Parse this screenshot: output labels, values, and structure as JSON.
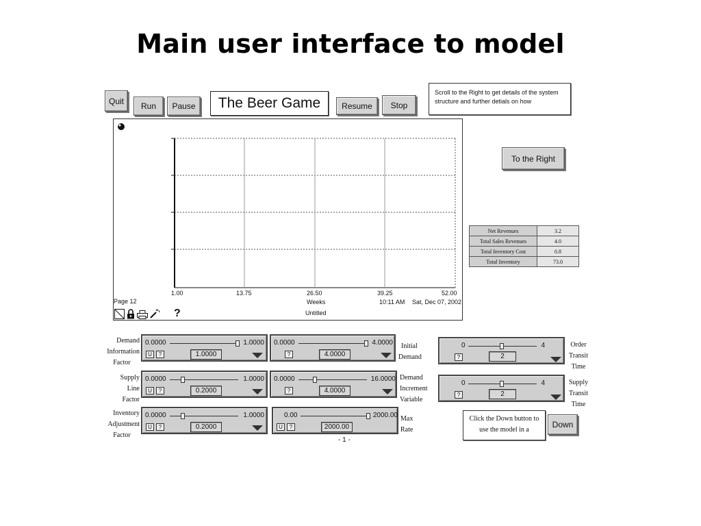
{
  "slide_title": "Main user interface to model",
  "toolbar": {
    "quit": "Quit",
    "run": "Run",
    "pause": "Pause",
    "app_title": "The Beer Game",
    "resume": "Resume",
    "stop": "Stop"
  },
  "note_top": "Scroll to the Right to get details of the system structure and further detials on how",
  "to_right_button": "To the Right",
  "graph": {
    "x_ticks": [
      "1.00",
      "13.75",
      "26.50",
      "39.25",
      "52.00"
    ],
    "x_label": "Weeks",
    "page": "Page 12",
    "time": "10:11 AM",
    "date": "Sat, Dec 07, 2002",
    "untitled": "Untitled",
    "help": "?"
  },
  "results_table": [
    {
      "label": "Net Revenues",
      "value": "3.2"
    },
    {
      "label": "Total Sales Revenues",
      "value": "4.0"
    },
    {
      "label": "Total Inventory Cost",
      "value": "0.8"
    },
    {
      "label": "Total Inventory",
      "value": "73.0"
    }
  ],
  "sliders": {
    "demand_info": {
      "label": [
        "Demand",
        "Information",
        "Factor"
      ],
      "min": "0.0000",
      "max": "1.0000",
      "value": "1.0000",
      "u": "U",
      "q": "?",
      "fraction": 1.0
    },
    "initial_demand": {
      "label": [
        "Initial",
        "Demand"
      ],
      "min": "0.0000",
      "max": "4.0000",
      "value": "4.0000",
      "q": "?",
      "fraction": 1.0
    },
    "supply_line": {
      "label": [
        "Supply",
        "Line",
        "Factor"
      ],
      "min": "0.0000",
      "max": "1.0000",
      "value": "0.2000",
      "u": "U",
      "q": "?",
      "fraction": 0.2
    },
    "demand_increment": {
      "label": [
        "Demand",
        "Increment",
        "Variable"
      ],
      "min": "0.0000",
      "max": "16.0000",
      "value": "4.0000",
      "q": "?",
      "fraction": 0.25
    },
    "inventory_adj": {
      "label": [
        "Inventory",
        "Adjustment",
        "Factor"
      ],
      "min": "0.0000",
      "max": "1.0000",
      "value": "0.2000",
      "u": "U",
      "q": "?",
      "fraction": 0.2
    },
    "max_rate": {
      "label": [
        "Max",
        "Rate"
      ],
      "min": "0.00",
      "max": "2000.00",
      "value": "2000.00",
      "u": "U",
      "q": "?",
      "fraction": 1.0
    },
    "order_transit": {
      "label": [
        "Order",
        "Transit",
        "Time"
      ],
      "min": "0",
      "max": "4",
      "value": "2",
      "q": "?",
      "fraction": 0.5
    },
    "supply_transit": {
      "label": [
        "Supply",
        "Transit",
        "Time"
      ],
      "min": "0",
      "max": "4",
      "value": "2",
      "q": "?",
      "fraction": 0.5
    }
  },
  "note_bottom": "Click the Down button to use the model in a",
  "down_button": "Down",
  "page_num": "- 1 -"
}
